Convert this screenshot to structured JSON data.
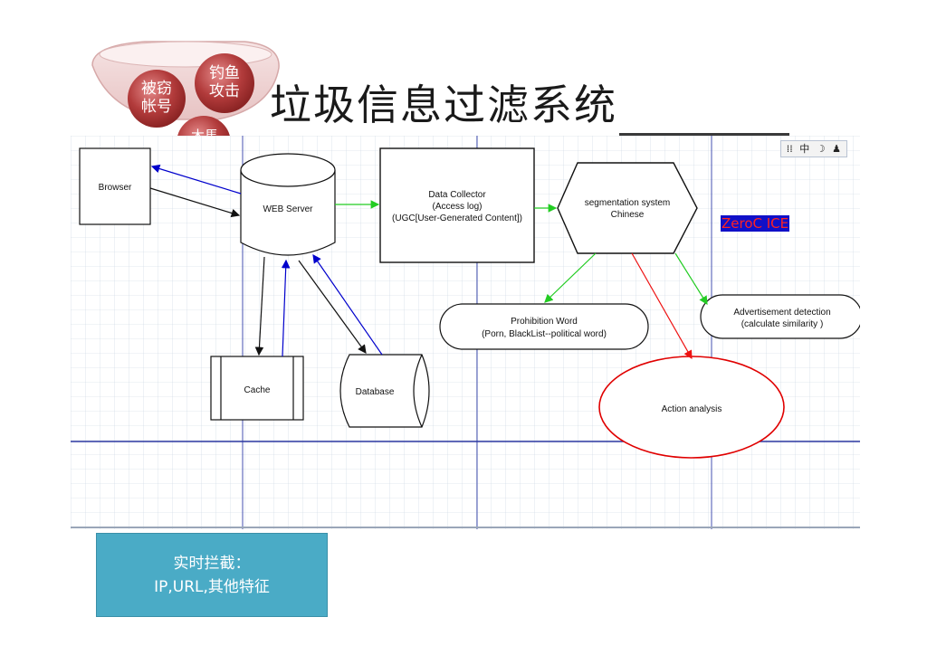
{
  "slide": {
    "title": "垃圾信息过滤系统",
    "bubbles": [
      {
        "label": "被窃\n帐号"
      },
      {
        "label": "钓鱼\n攻击"
      },
      {
        "label": "木馬"
      }
    ]
  },
  "diagram": {
    "nodes": {
      "browser": "Browser",
      "web_server": "WEB Server",
      "data_collector": [
        "Data Collector",
        "(Access log)",
        "(UGC[User-Generated Content])"
      ],
      "segmentation": [
        "segmentation system",
        "Chinese"
      ],
      "prohibition": [
        "Prohibition Word",
        "(Porn, BlackList--political word)"
      ],
      "advertisement": [
        "Advertisement detection",
        "(calculate similarity )"
      ],
      "cache": "Cache",
      "database": "Database",
      "action": "Action analysis"
    },
    "zeroc_label": "ZeroC ICE",
    "ime_toolbar": {
      "lang": "中",
      "icon1": "moon-icon",
      "icon2": "user-icon"
    }
  },
  "callout": {
    "line1": "实时拦截：",
    "line2": "IP,URL,其他特征"
  },
  "colors": {
    "callout_bg": "#4aabc6",
    "arrow_blue": "#0000cc",
    "arrow_green": "#22cc22",
    "arrow_red": "#ee1111",
    "action_ellipse": "#e00000",
    "zeroc_bg": "#1010c8",
    "zeroc_text": "#ff2222"
  }
}
